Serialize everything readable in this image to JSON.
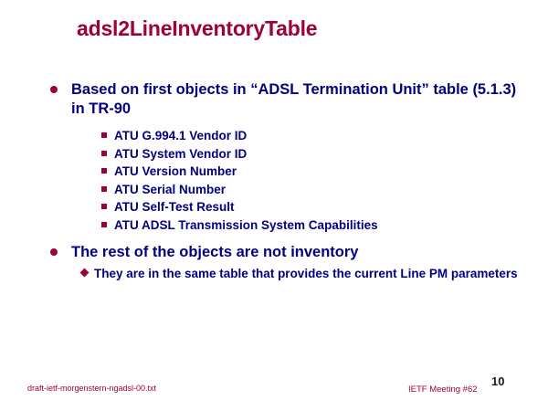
{
  "slide": {
    "title": "adsl2LineInventoryTable",
    "bullets": [
      {
        "level": 1,
        "marker": "round-bullet",
        "text": "Based on first objects in “ADSL Termination Unit” table (5.1.3) in TR-90"
      },
      {
        "level": 2,
        "marker": "square-bullet",
        "text": "ATU G.994.1 Vendor ID"
      },
      {
        "level": 2,
        "marker": "square-bullet",
        "text": "ATU System Vendor ID"
      },
      {
        "level": 2,
        "marker": "square-bullet",
        "text": "ATU Version Number"
      },
      {
        "level": 2,
        "marker": "square-bullet",
        "text": "ATU Serial Number"
      },
      {
        "level": 2,
        "marker": "square-bullet",
        "text": "ATU Self-Test Result"
      },
      {
        "level": 2,
        "marker": "square-bullet",
        "text": "ATU ADSL Transmission System Capabilities"
      },
      {
        "level": 1,
        "marker": "round-bullet",
        "text": "The rest of the objects are not inventory"
      },
      {
        "level": 2,
        "marker": "diamond-bullet",
        "text": "They are in the same table that provides the current Line PM parameters"
      }
    ]
  },
  "footer": {
    "draft_name": "draft-ietf-morgenstern-ngadsl-00.txt",
    "meeting": "IETF Meeting #62",
    "page_number": "10"
  },
  "colors": {
    "title": "#9e0039",
    "body_text": "#000080",
    "bullet_marker": "#9e0039",
    "footer_text": "#9e0039",
    "page_number": "#1a1a1a",
    "background": "#ffffff"
  }
}
